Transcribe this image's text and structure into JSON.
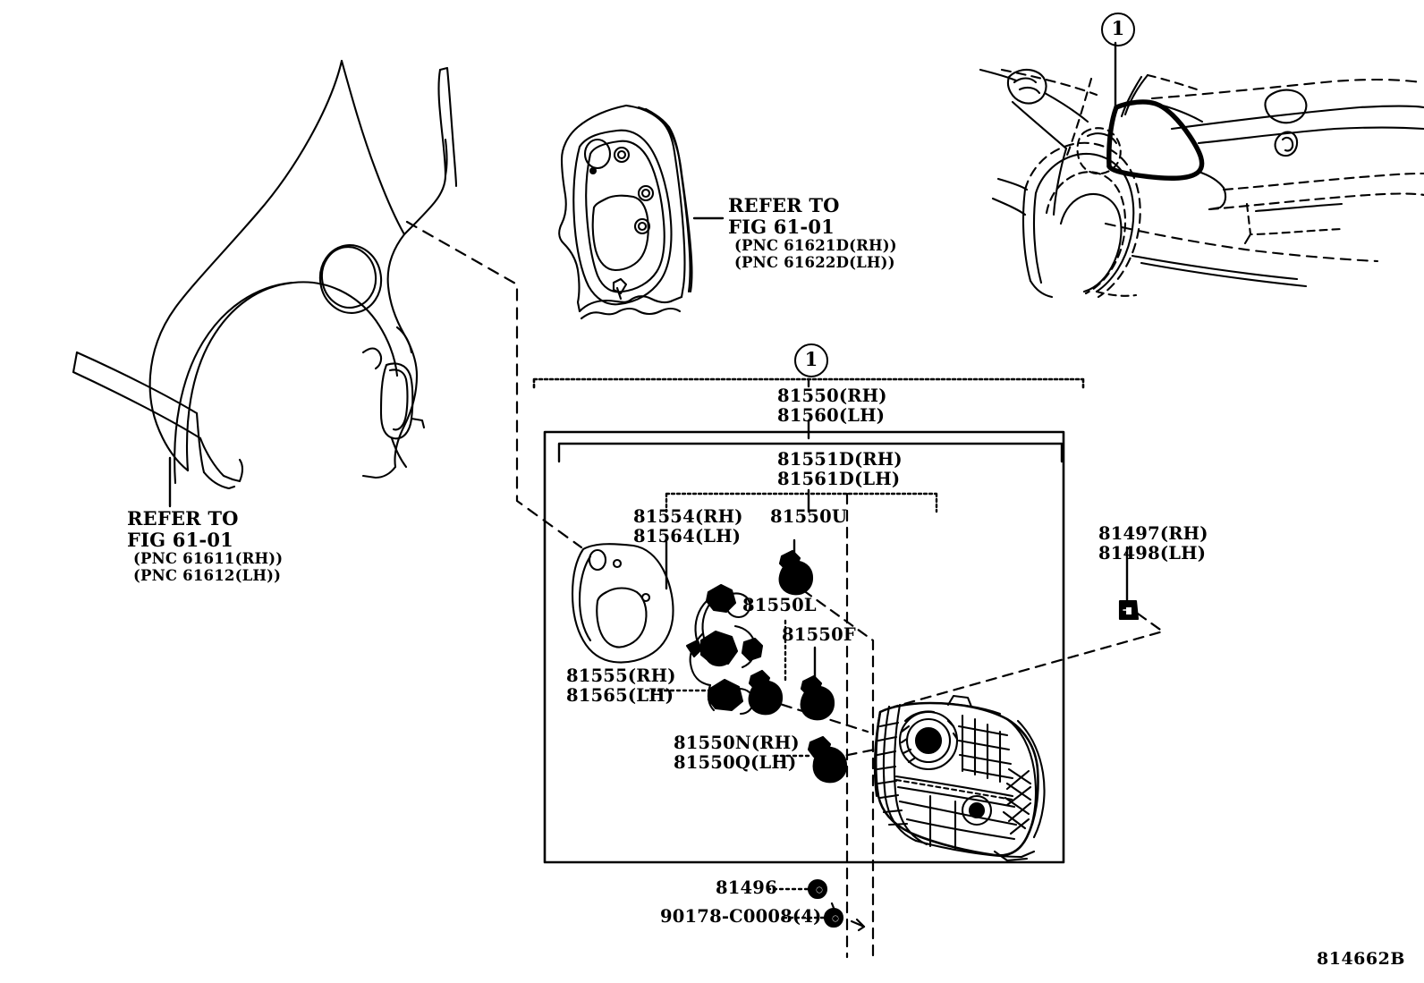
{
  "figure": {
    "code": "814662B",
    "callout_number": "1"
  },
  "references": [
    {
      "id": "ref-upper",
      "line1": "REFER TO",
      "line2": "FIG 61-01",
      "line3": "(PNC 61621D(RH))",
      "line4": "(PNC 61622D(LH))"
    },
    {
      "id": "ref-lower",
      "line1": "REFER TO",
      "line2": "FIG 61-01",
      "line3": "(PNC 61611(RH))",
      "line4": "(PNC 61612(LH))"
    }
  ],
  "assembly": {
    "callout": "1",
    "top_bracket": {
      "rh": "81550(RH)",
      "lh": "81560(LH)"
    },
    "second_bracket": {
      "rh": "81551D(RH)",
      "lh": "81561D(LH)"
    }
  },
  "parts": [
    {
      "id": "p-81554",
      "rh": "81554(RH)",
      "lh": "81564(LH)"
    },
    {
      "id": "p-81550U",
      "code": "81550U"
    },
    {
      "id": "p-81550L",
      "code": "81550L"
    },
    {
      "id": "p-81550F",
      "code": "81550F"
    },
    {
      "id": "p-81555",
      "rh": "81555(RH)",
      "lh": "81565(LH)"
    },
    {
      "id": "p-81550N",
      "rh": "81550N(RH)",
      "lh": "81550Q(LH)"
    },
    {
      "id": "p-81497",
      "rh": "81497(RH)",
      "lh": "81498(LH)"
    },
    {
      "id": "p-81496",
      "code": "81496"
    },
    {
      "id": "p-90178",
      "code": "90178-C0008(4)"
    }
  ],
  "colors": {
    "ink": "#000000",
    "background": "#ffffff"
  }
}
